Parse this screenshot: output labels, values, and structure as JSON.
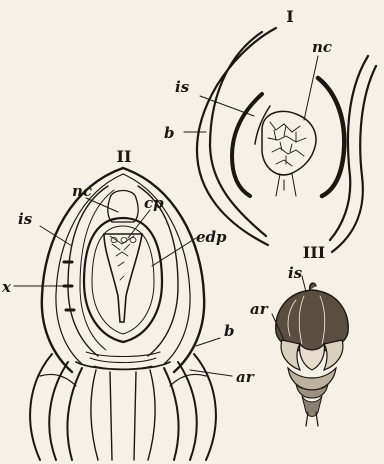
{
  "figures": [
    {
      "id": "I",
      "numeral": "I",
      "labels": [
        "nc",
        "is",
        "b"
      ]
    },
    {
      "id": "II",
      "numeral": "II",
      "labels": [
        "nc",
        "is",
        "cp",
        "edp",
        "x",
        "b",
        "ar"
      ]
    },
    {
      "id": "III",
      "numeral": "III",
      "labels": [
        "is",
        "ar"
      ]
    }
  ],
  "fig1": {
    "numeral": "I",
    "nc": "nc",
    "is": "is",
    "b": "b"
  },
  "fig2": {
    "numeral": "II",
    "nc": "nc",
    "is": "is",
    "cp": "cp",
    "edp": "edp",
    "x": "x",
    "b": "b",
    "ar": "ar"
  },
  "fig3": {
    "numeral": "III",
    "is": "is",
    "ar": "ar"
  },
  "colors": {
    "paper": "#f6f0e6",
    "ink": "#1b1712"
  }
}
